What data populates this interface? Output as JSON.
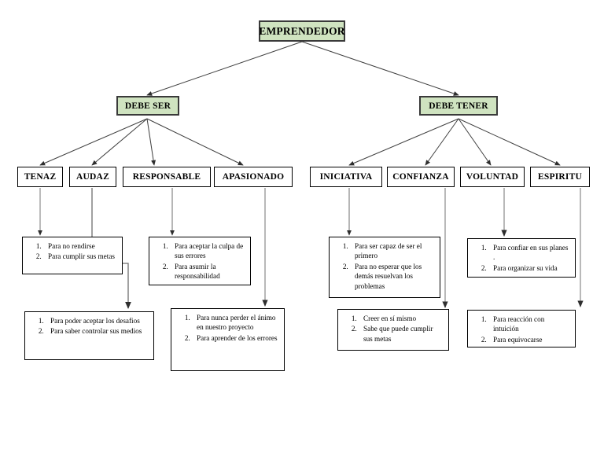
{
  "diagram": {
    "title_node": {
      "label": "EMPRENDEDOR",
      "fill": "#cfe3c0"
    },
    "branches": [
      {
        "id": "debe-ser",
        "label": "DEBE SER",
        "fill": "#cfe3c0"
      },
      {
        "id": "debe-tener",
        "label": "DEBE TENER",
        "fill": "#cfe3c0"
      }
    ],
    "qualities": [
      {
        "id": "tenaz",
        "label": "TENAZ"
      },
      {
        "id": "audaz",
        "label": "AUDAZ"
      },
      {
        "id": "responsable",
        "label": "RESPONSABLE"
      },
      {
        "id": "apasionado",
        "label": "APASIONADO"
      },
      {
        "id": "iniciativa",
        "label": "INICIATIVA"
      },
      {
        "id": "confianza",
        "label": "CONFIANZA"
      },
      {
        "id": "voluntad",
        "label": "VOLUNTAD"
      },
      {
        "id": "espiritu",
        "label": "ESPIRITU"
      }
    ],
    "details": [
      {
        "id": "detail-tenaz",
        "parent": "tenaz",
        "items": [
          "Para no rendirse",
          "Para cumplir sus metas"
        ]
      },
      {
        "id": "detail-responsable",
        "parent": "responsable",
        "items": [
          "Para aceptar la culpa de sus errores",
          "Para asumir la responsabilidad"
        ]
      },
      {
        "id": "detail-audaz",
        "parent": "audaz",
        "items": [
          "Para poder aceptar los desafios",
          "Para saber controlar sus medios"
        ]
      },
      {
        "id": "detail-apasionado",
        "parent": "apasionado",
        "items": [
          "Para nunca perder el ánimo en nuestro proyecto",
          "Para aprender de los errores"
        ]
      },
      {
        "id": "detail-iniciativa",
        "parent": "iniciativa",
        "items": [
          "Para ser capaz de ser el primero",
          "Para no esperar que los demás resuelvan los problemas"
        ]
      },
      {
        "id": "detail-voluntad",
        "parent": "voluntad",
        "items": [
          "Para confiar en sus planes .",
          "Para organizar su vida"
        ]
      },
      {
        "id": "detail-confianza",
        "parent": "confianza",
        "items": [
          "Creer en sí mismo",
          "Sabe que puede cumplir sus metas"
        ]
      },
      {
        "id": "detail-espiritu",
        "parent": "espiritu",
        "items": [
          "Para reacción con intuición",
          "Para equivocarse"
        ]
      }
    ],
    "colors": {
      "node_fill_green": "#cfe3c0",
      "node_border": "#000000",
      "connector": "#3f3f3f",
      "background": "#ffffff"
    }
  }
}
